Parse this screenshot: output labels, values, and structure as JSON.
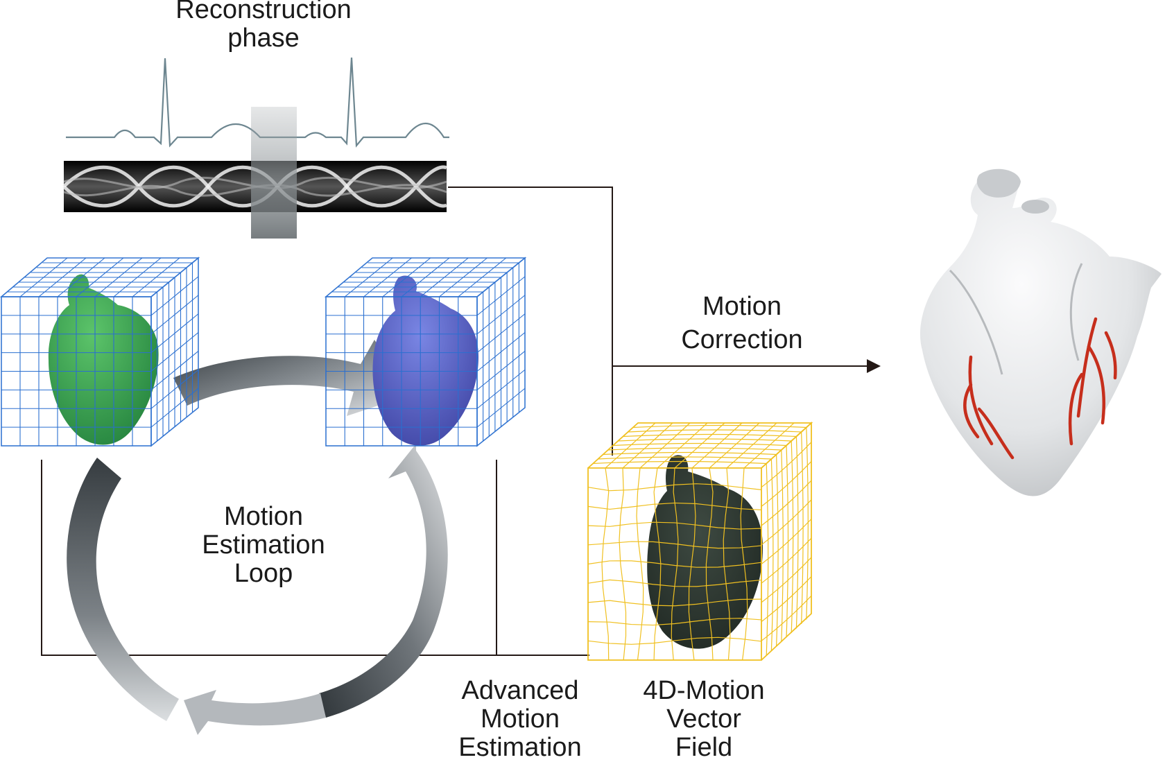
{
  "labels": {
    "reconstruction_phase": [
      "Reconstruction",
      "phase"
    ],
    "motion_correction": [
      "Motion",
      "Correction"
    ],
    "motion_estimation_loop": [
      "Motion",
      "Estimation",
      "Loop"
    ],
    "advanced_motion_estimation": [
      "Advanced",
      "Motion",
      "Estimation"
    ],
    "vector_field": [
      "4D-Motion",
      "Vector",
      "Field"
    ]
  },
  "colors": {
    "ecg_line": "#6d8690",
    "connector": "#231815",
    "grid_blue": "#2a6fd0",
    "grid_yellow": "#f0c020",
    "heart_green": "#39a050",
    "heart_blue": "#5460c8",
    "heart_dark": "#2e3b33",
    "heart_white": "#e4e6e8",
    "artery_red": "#c62e1c",
    "loop_arrow_dark": "#3e4549",
    "loop_arrow_light": "#cdd0d3"
  },
  "icons": {
    "ecg": "ecg-waveform",
    "sinogram": "sinogram-strip",
    "phase_window": "phase-window-bar",
    "heart_green": "green-heart-volume",
    "heart_blue": "blue-heart-volume",
    "heart_vector": "deformed-heart-volume",
    "heart_result": "corrected-heart-render",
    "loop": "circular-loop-arrow"
  }
}
